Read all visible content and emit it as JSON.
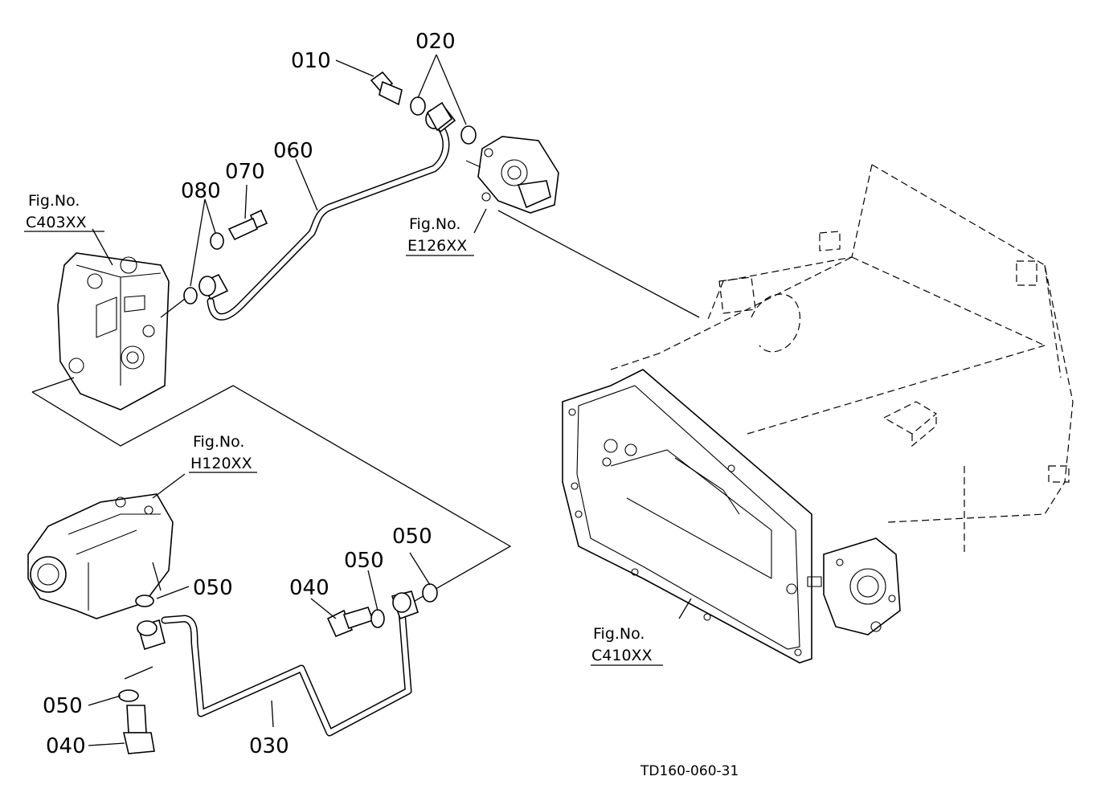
{
  "parts": {
    "p010": "010",
    "p020": "020",
    "p060": "060",
    "p070": "070",
    "p080": "080",
    "p050_a": "050",
    "p050_b": "050",
    "p050_c": "050",
    "p050_d": "050",
    "p040_a": "040",
    "p040_b": "040",
    "p030": "030"
  },
  "figures": {
    "c403": {
      "line1": "Fig.No.",
      "line2": "C403XX"
    },
    "e126": {
      "line1": "Fig.No.",
      "line2": "E126XX"
    },
    "h120": {
      "line1": "Fig.No.",
      "line2": "H120XX"
    },
    "c410": {
      "line1": "Fig.No.",
      "line2": "C410XX"
    }
  },
  "drawing_code": "TD160-060-31",
  "icons": [
    "valve-block",
    "hydraulic-pump",
    "transmission-case",
    "banjo-bolt",
    "washer",
    "pipe",
    "control-valve"
  ]
}
